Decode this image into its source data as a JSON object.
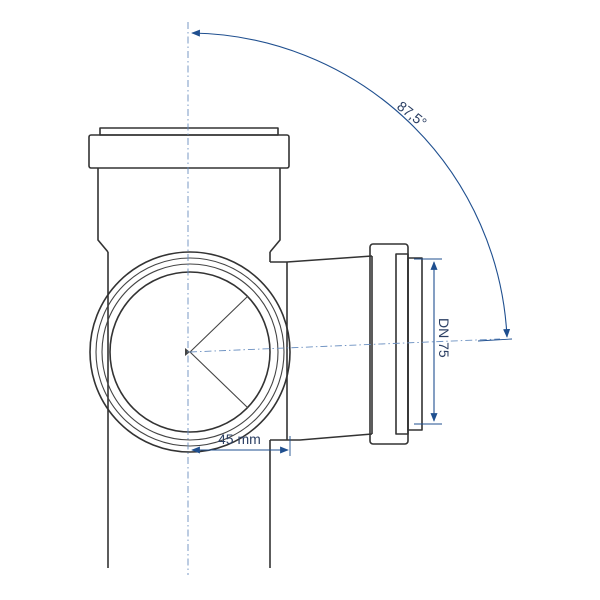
{
  "annotations": {
    "angle_label": "87,5°",
    "diameter_label": "DN 75",
    "offset_label": "45 mm"
  },
  "colors": {
    "outline": "#333333",
    "dimension": "#1f4f8f",
    "centerline": "#6a8fc0"
  }
}
